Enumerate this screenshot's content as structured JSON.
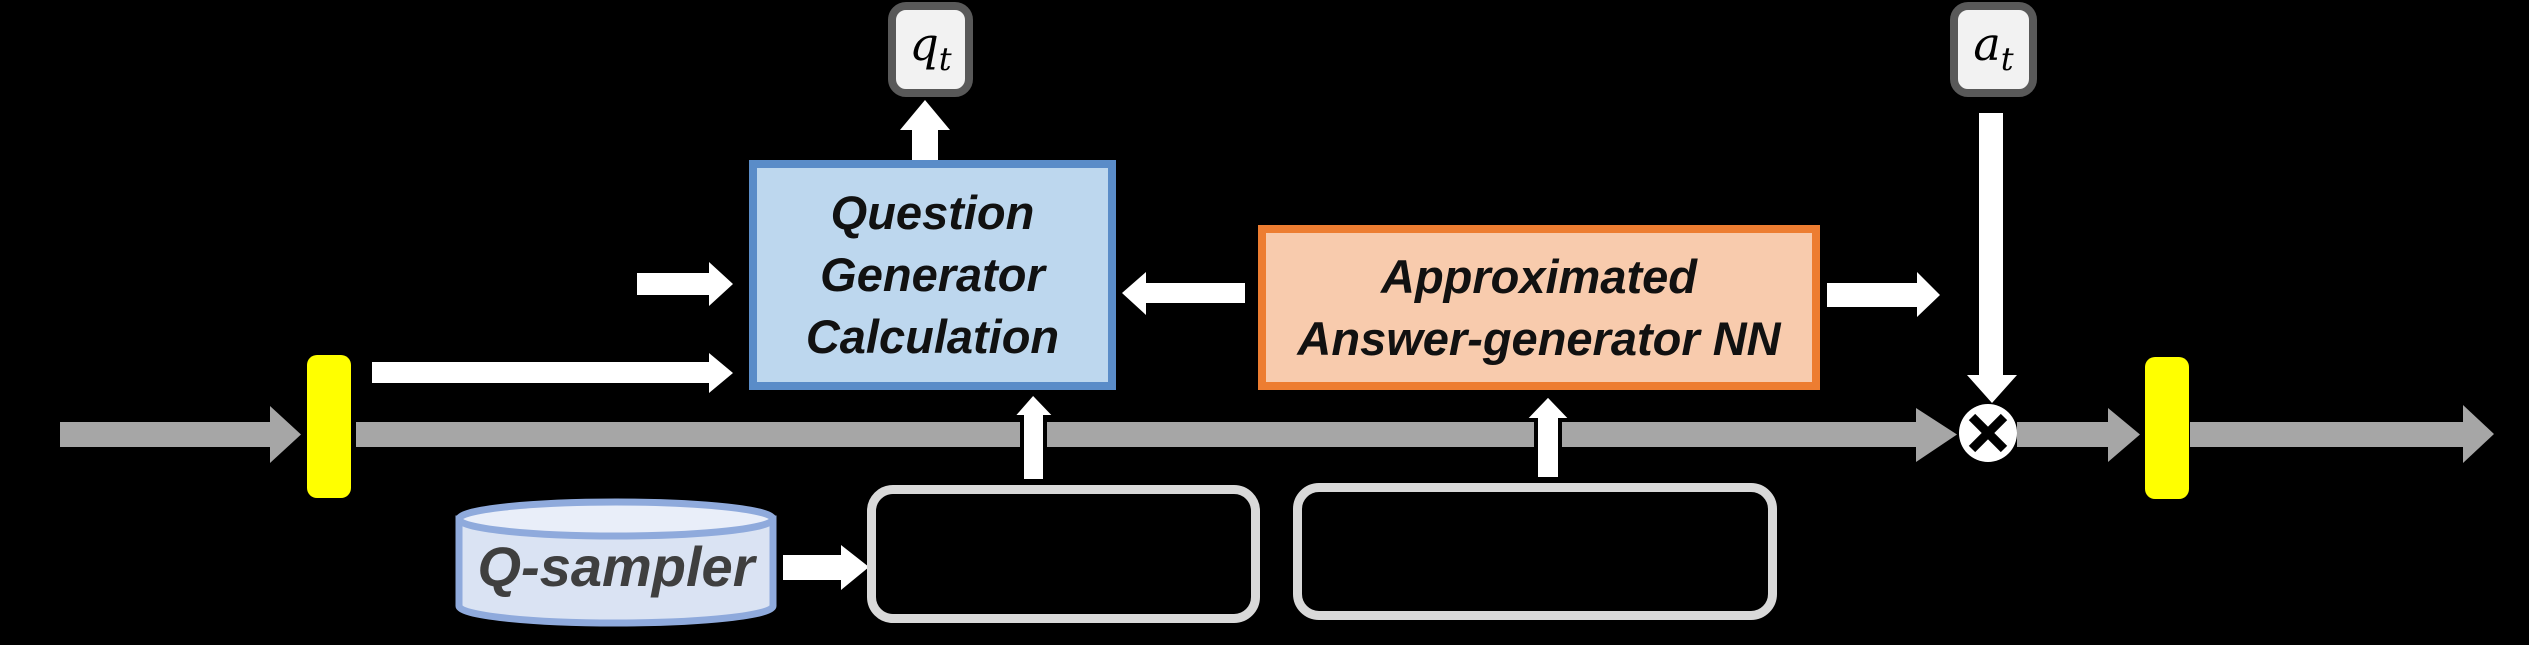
{
  "colors": {
    "background": "#000000",
    "main_line": "#a6a6a6",
    "highlight_bar": "#ffff00",
    "qgc_fill": "#bdd7ee",
    "qgc_border": "#5a8cc8",
    "aagnn_fill": "#f8cbad",
    "aagnn_border": "#ed7d31",
    "token_fill": "#f2f2f2",
    "token_border": "#595959",
    "sampler_fill": "#dae3f3",
    "sampler_border": "#8faadc",
    "placeholder_border": "#d9d9d9",
    "arrow_white": "#ffffff"
  },
  "nodes": {
    "question_generator_calculation": {
      "lines": [
        "Question",
        "Generator",
        "Calculation"
      ]
    },
    "approximated_answer_generator": {
      "lines": [
        "Approximated",
        "Answer-generator NN"
      ]
    },
    "q_sampler": {
      "label": "Q-sampler"
    },
    "question_token": {
      "symbol": "q",
      "subscript": "t"
    },
    "answer_token": {
      "symbol": "a",
      "subscript": "t"
    }
  },
  "icons": {
    "multiply": "⊗"
  }
}
